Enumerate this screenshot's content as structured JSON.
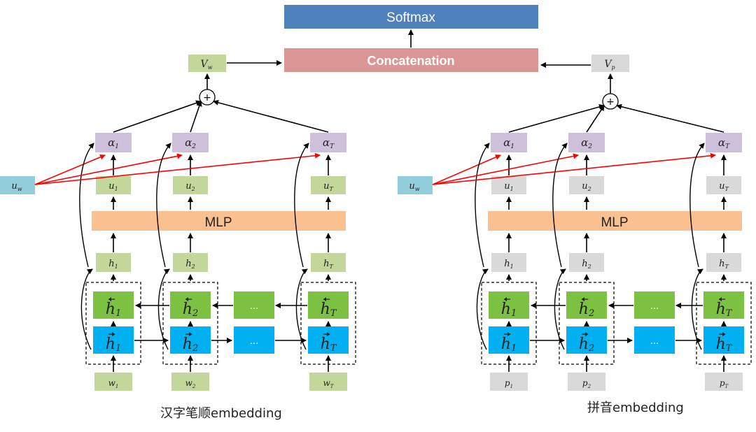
{
  "colors": {
    "softmax": "#4f81bd",
    "concat": "#d99694",
    "mlp": "#fac090",
    "green_light": "#c4d79b",
    "grey_light": "#d9d9d9",
    "alpha": "#ccc0da",
    "u_w": "#92cddc",
    "h_backward": "#7dc142",
    "h_forward": "#00b0f0",
    "red_arrow": "#ff0000",
    "arrow": "#000000"
  },
  "top": {
    "softmax_label": "Softmax",
    "concat_label": "Concatenation"
  },
  "left": {
    "caption": "汉字笔顺embedding",
    "v_label": "V",
    "v_sub": "w",
    "alpha": [
      {
        "sym": "α",
        "sub": "1"
      },
      {
        "sym": "α",
        "sub": "2"
      },
      {
        "sym": "α",
        "sub": "T"
      }
    ],
    "u": [
      {
        "sym": "u",
        "sub": "1"
      },
      {
        "sym": "u",
        "sub": "2"
      },
      {
        "sym": "u",
        "sub": "T"
      }
    ],
    "uw": {
      "sym": "u",
      "sub": "w"
    },
    "mlp_label": "MLP",
    "h": [
      {
        "sym": "h",
        "sub": "1"
      },
      {
        "sym": "h",
        "sub": "2"
      },
      {
        "sym": "h",
        "sub": "T"
      }
    ],
    "hb": [
      {
        "sym": "h",
        "sub": "1"
      },
      {
        "sym": "h",
        "sub": "2"
      },
      {
        "sym": "h",
        "sub": "T"
      }
    ],
    "hf": [
      {
        "sym": "h",
        "sub": "1"
      },
      {
        "sym": "h",
        "sub": "2"
      },
      {
        "sym": "h",
        "sub": "T"
      }
    ],
    "ellipsis": "...",
    "inputs": [
      {
        "sym": "w",
        "sub": "1"
      },
      {
        "sym": "w",
        "sub": "2"
      },
      {
        "sym": "w",
        "sub": "T"
      }
    ]
  },
  "right": {
    "caption": "拼音embedding",
    "v_label": "V",
    "v_sub": "p",
    "alpha": [
      {
        "sym": "α",
        "sub": "1"
      },
      {
        "sym": "α",
        "sub": "2"
      },
      {
        "sym": "α",
        "sub": "T"
      }
    ],
    "u": [
      {
        "sym": "u",
        "sub": "1"
      },
      {
        "sym": "u",
        "sub": "2"
      },
      {
        "sym": "u",
        "sub": "T"
      }
    ],
    "uw": {
      "sym": "u",
      "sub": "w"
    },
    "mlp_label": "MLP",
    "h": [
      {
        "sym": "h",
        "sub": "1"
      },
      {
        "sym": "h",
        "sub": "2"
      },
      {
        "sym": "h",
        "sub": "T"
      }
    ],
    "hb": [
      {
        "sym": "h",
        "sub": "1"
      },
      {
        "sym": "h",
        "sub": "2"
      },
      {
        "sym": "h",
        "sub": "T"
      }
    ],
    "hf": [
      {
        "sym": "h",
        "sub": "1"
      },
      {
        "sym": "h",
        "sub": "2"
      },
      {
        "sym": "h",
        "sub": "T"
      }
    ],
    "ellipsis": "...",
    "inputs": [
      {
        "sym": "p",
        "sub": "1"
      },
      {
        "sym": "p",
        "sub": "2"
      },
      {
        "sym": "p",
        "sub": "T"
      }
    ]
  }
}
